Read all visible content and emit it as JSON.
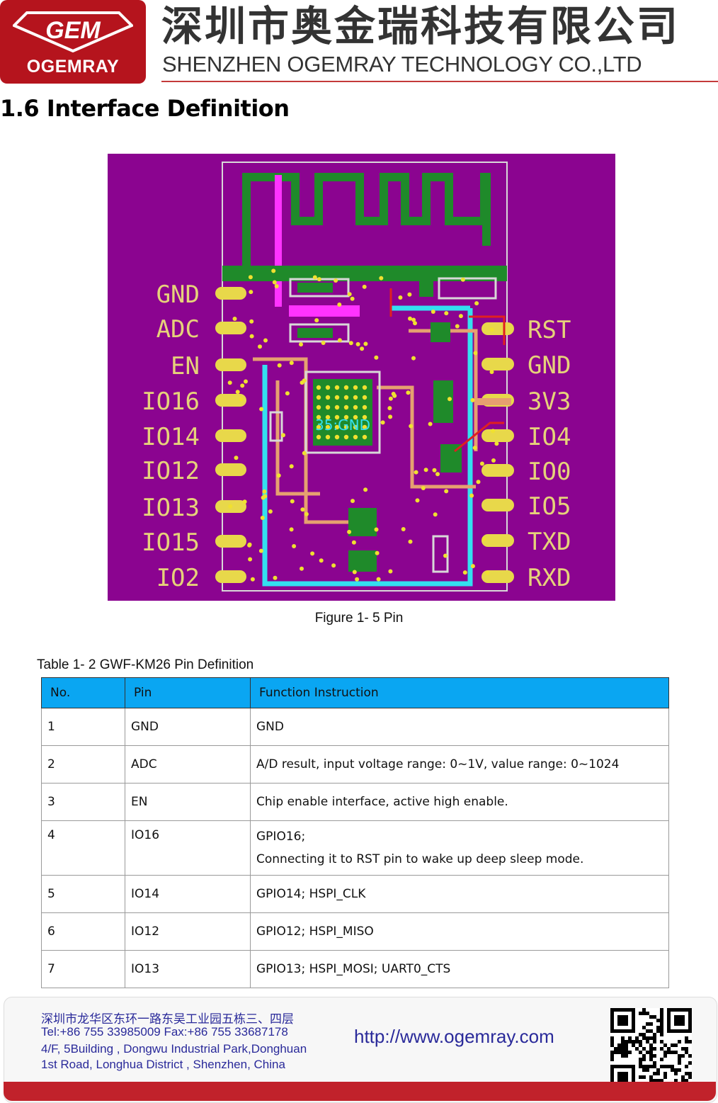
{
  "header": {
    "logo_text": "OGEMRAY",
    "company_cn": "深圳市奥金瑞科技有限公司",
    "company_en": "SHENZHEN OGEMRAY TECHNOLOGY CO.,LTD"
  },
  "section_title": "1.6 Interface Definition",
  "figure": {
    "left_pins": [
      "GND",
      "ADC",
      "EN",
      "IO16",
      "IO14",
      "IO12",
      "IO13",
      "IO15",
      "IO2"
    ],
    "right_pins": [
      "RST",
      "GND",
      "3V3",
      "IO4",
      "IO0",
      "IO5",
      "TXD",
      "RXD"
    ],
    "chip_label": "35:GND",
    "caption": "Figure 1- 5 Pin"
  },
  "table": {
    "caption": "Table 1- 2 GWF-KM26 Pin Definition",
    "headers": [
      "No.",
      "Pin",
      "Function Instruction"
    ],
    "rows": [
      {
        "no": "1",
        "pin": "GND",
        "func": "GND",
        "func2": ""
      },
      {
        "no": "2",
        "pin": "ADC",
        "func": "A/D result, input voltage range: 0~1V, value range: 0~1024",
        "func2": ""
      },
      {
        "no": "3",
        "pin": "EN",
        "func": "Chip enable interface, active high enable.",
        "func2": ""
      },
      {
        "no": "4",
        "pin": "IO16",
        "func": "GPIO16;",
        "func2": "Connecting it to RST pin to wake up deep sleep mode."
      },
      {
        "no": "5",
        "pin": "IO14",
        "func": "GPIO14; HSPI_CLK",
        "func2": ""
      },
      {
        "no": "6",
        "pin": "IO12",
        "func": "GPIO12; HSPI_MISO",
        "func2": ""
      },
      {
        "no": "7",
        "pin": "IO13",
        "func": "GPIO13; HSPI_MOSI; UART0_CTS",
        "func2": ""
      }
    ]
  },
  "footer": {
    "address_cn": "深圳市龙华区东环一路东吴工业园五栋三、四层",
    "tel": "Tel:+86 755 33985009   Fax:+86 755 33687178",
    "address_en_1": "4/F, 5Building , Dongwu Industrial Park,Donghuan",
    "address_en_2": "1st Road, Longhua District , Shenzhen, China",
    "url": "http://www.ogemray.com"
  },
  "colors": {
    "brand_red": "#b5141d",
    "pcb_purple": "#8b0490",
    "table_header_blue": "#0aa6f2",
    "pin_label_yellow": "#e6d27a",
    "antenna_green": "#1f8a2a"
  }
}
